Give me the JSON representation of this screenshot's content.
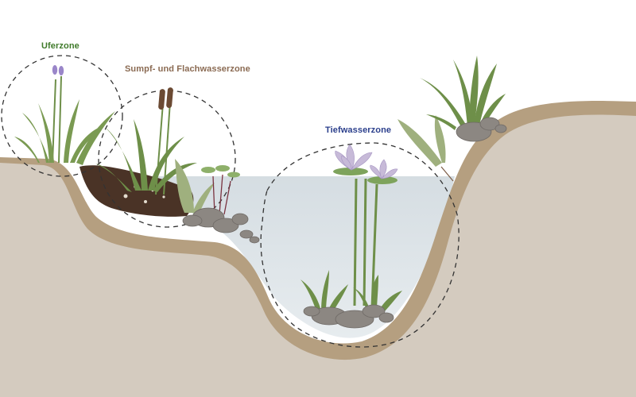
{
  "zones": {
    "ufer": {
      "label": "Uferzone",
      "color": "#3f7a2a"
    },
    "sumpf": {
      "label": "Sumpf- und Flachwasserzone",
      "color": "#8a6a52"
    },
    "tief": {
      "label": "Tiefwasserzone",
      "color": "#2b3f8c"
    }
  },
  "colors": {
    "ground": "#d4cbbf",
    "soil_band": "#b59f80",
    "water": "#dfe6ea",
    "mud": "#4a3326",
    "stone": "#8c8782",
    "lily_petal": "#c7bad8",
    "lily_pad": "#7ea35c",
    "cattail": "#6b4a33",
    "lavender": "#9a86c9",
    "leaf": "#6e8f49",
    "leaf_light": "#9fb07e"
  }
}
